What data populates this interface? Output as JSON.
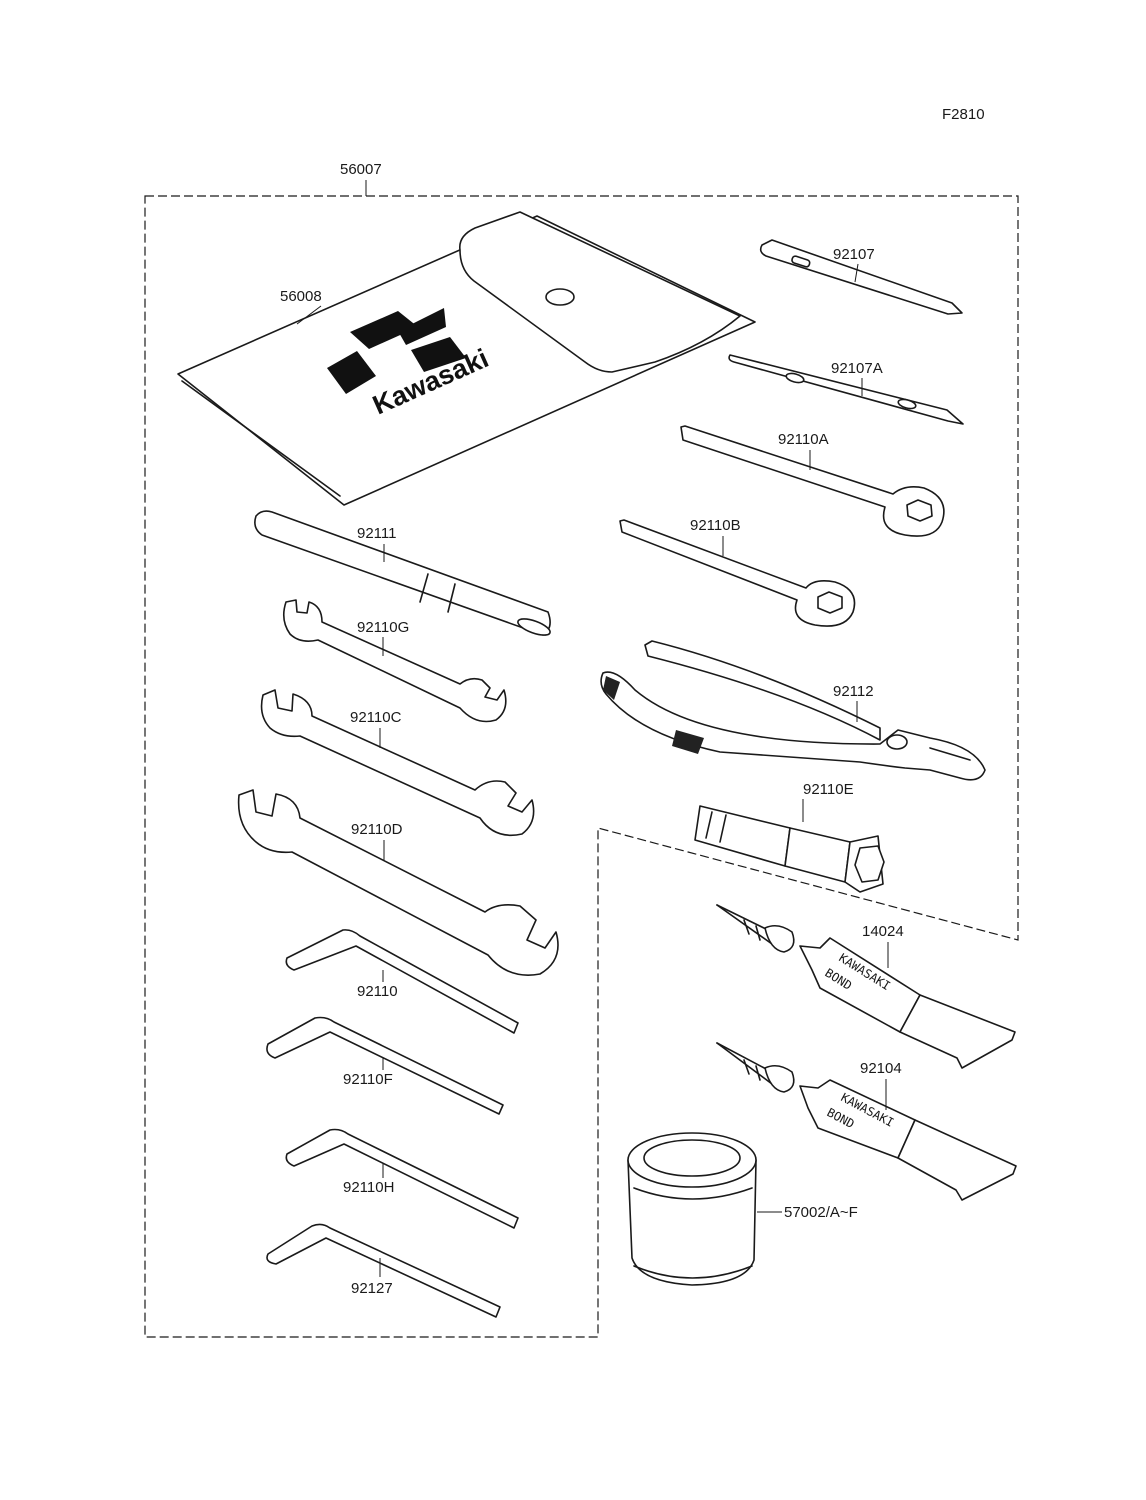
{
  "figure_code": "F2810",
  "kit": {
    "label": "56007"
  },
  "pouch": {
    "label": "56008",
    "brand_text": "Kawasaki"
  },
  "parts": [
    {
      "id": "92107",
      "label": "92107"
    },
    {
      "id": "92107A",
      "label": "92107A"
    },
    {
      "id": "92110A",
      "label": "92110A"
    },
    {
      "id": "92110B",
      "label": "92110B"
    },
    {
      "id": "92111",
      "label": "92111"
    },
    {
      "id": "92110G",
      "label": "92110G"
    },
    {
      "id": "92112",
      "label": "92112"
    },
    {
      "id": "92110C",
      "label": "92110C"
    },
    {
      "id": "92110E",
      "label": "92110E"
    },
    {
      "id": "92110D",
      "label": "92110D"
    },
    {
      "id": "14024",
      "label": "14024"
    },
    {
      "id": "92110",
      "label": "92110"
    },
    {
      "id": "92110F",
      "label": "92110F"
    },
    {
      "id": "92104",
      "label": "92104"
    },
    {
      "id": "92110H",
      "label": "92110H"
    },
    {
      "id": "57002",
      "label": "57002/A~F"
    },
    {
      "id": "92127",
      "label": "92127"
    }
  ],
  "tube_print": {
    "line1": "KAWASAKI",
    "line2": "BOND"
  }
}
